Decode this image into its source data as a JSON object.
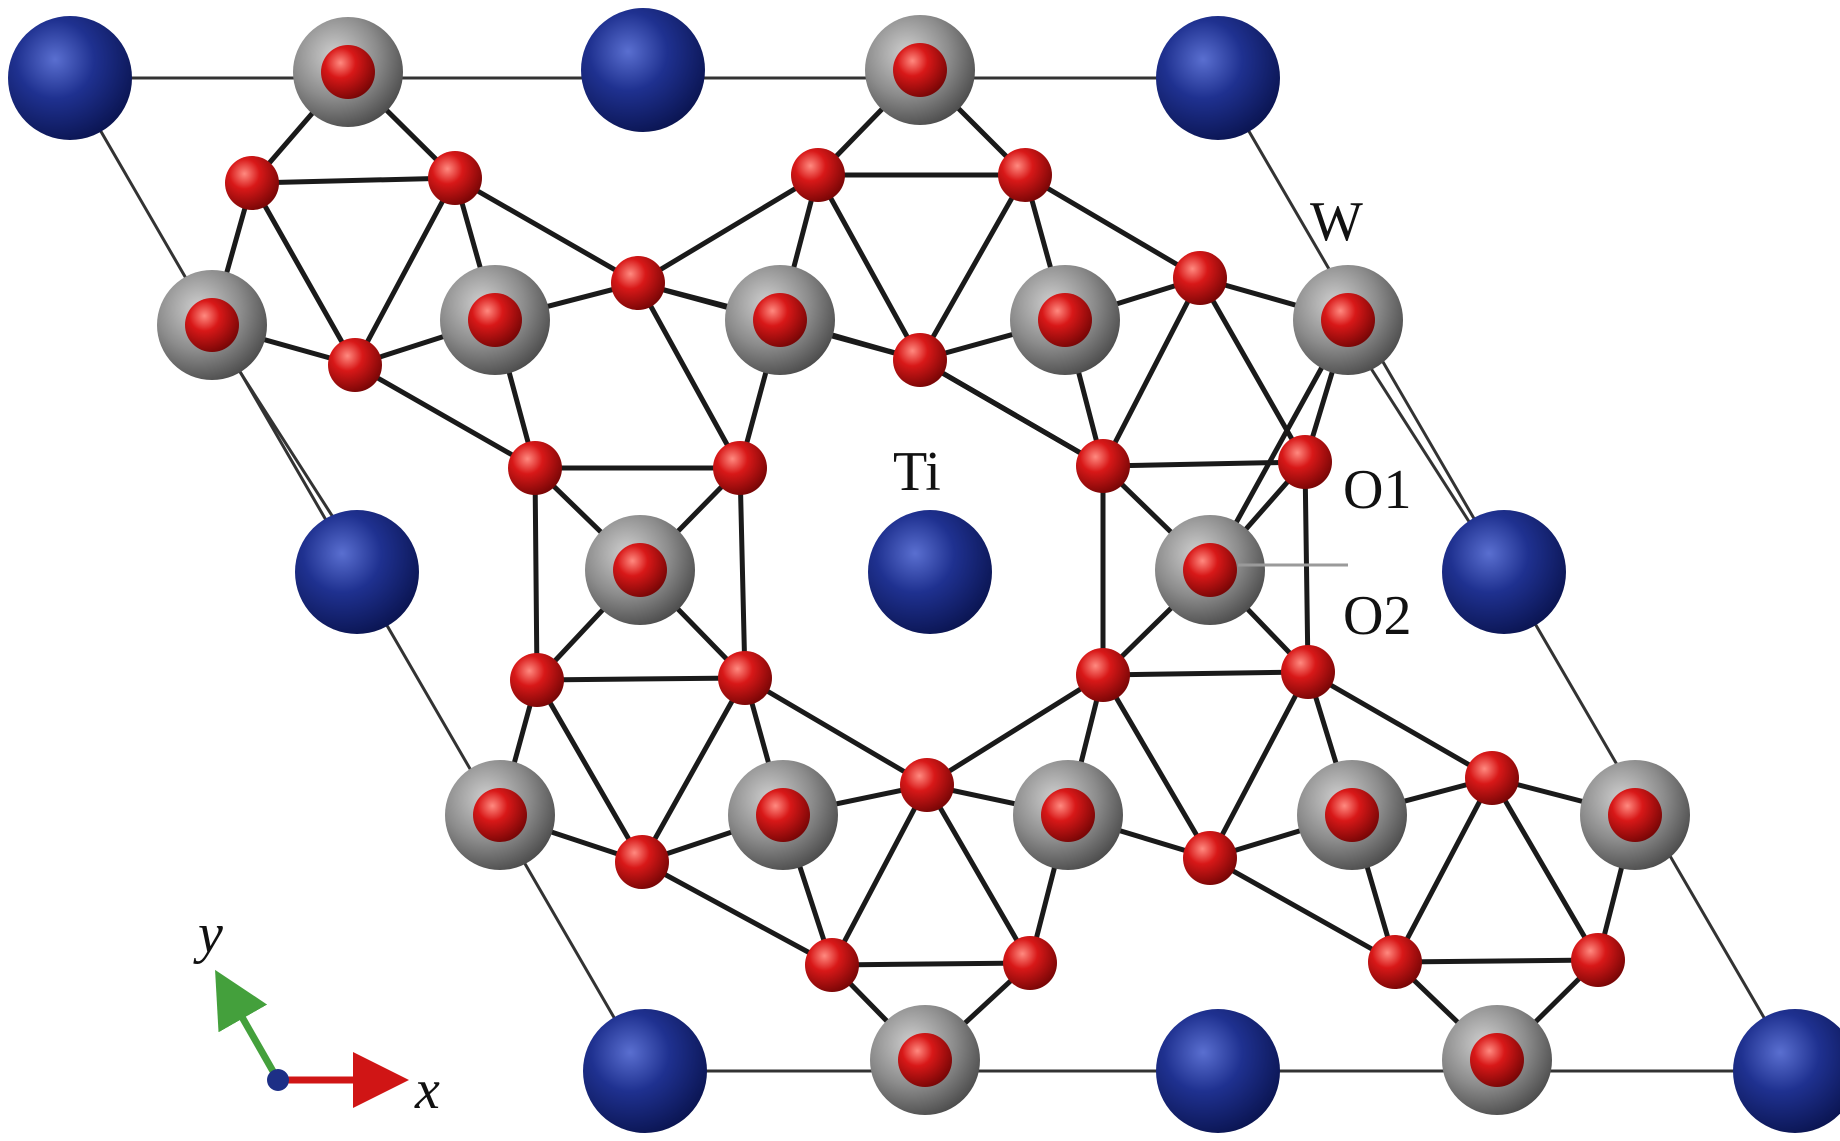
{
  "labels": {
    "w": "W",
    "ti": "Ti",
    "o1": "O1",
    "o2": "O2",
    "axis_x": "x",
    "axis_y": "y"
  },
  "colors": {
    "ti_blue": "#1d2f86",
    "w_gray": "#8a8a8a",
    "o_red": "#d01515",
    "bond": "#1a1a1a",
    "cell_line": "#333333",
    "axis_x": "#d01515",
    "axis_y": "#44a03c",
    "axis_origin": "#1d2f86"
  }
}
